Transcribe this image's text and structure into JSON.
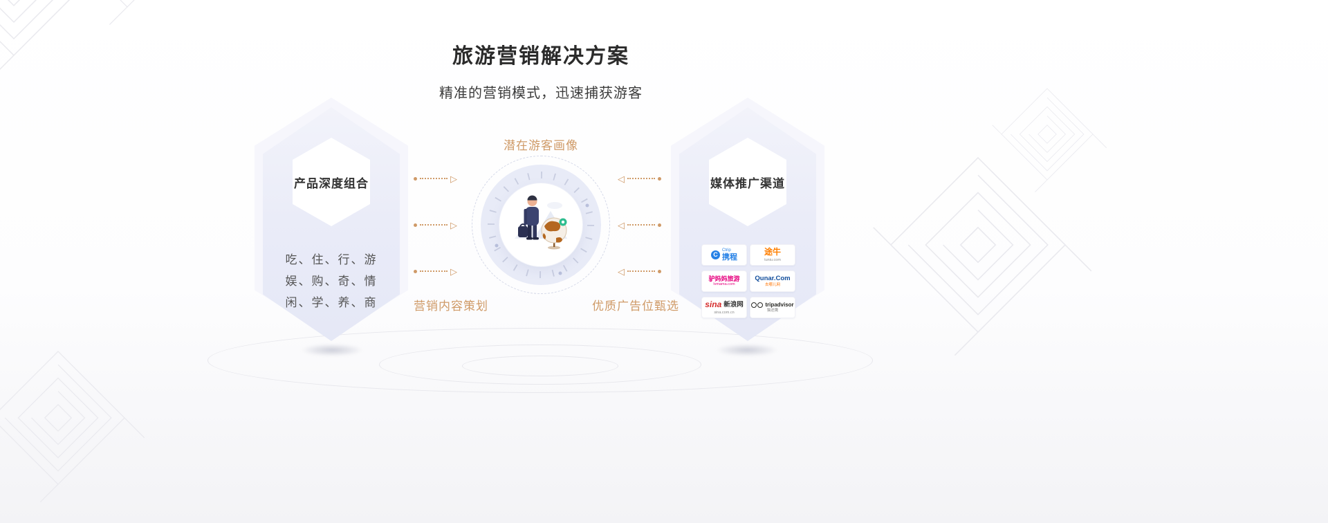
{
  "header": {
    "title": "旅游营销解决方案",
    "subtitle": "精准的营销模式，迅速捕获游客"
  },
  "left_card": {
    "title": "产品深度组合",
    "lines": [
      "吃、住、行、游",
      "娱、购、奇、情",
      "闲、学、养、商"
    ]
  },
  "flow_labels": {
    "top": "潜在游客画像",
    "bottom_left": "营销内容策划",
    "bottom_right": "优质广告位甄选"
  },
  "right_card": {
    "title": "媒体推广渠道",
    "logos": [
      {
        "id": "ctrip",
        "badge": "C",
        "main": "携程",
        "sub": "Ctrip"
      },
      {
        "id": "tuniu",
        "main": "途牛",
        "sub": "tuniu.com"
      },
      {
        "id": "lvmama",
        "main": "驴妈妈旅游",
        "sub": "lvmama.com"
      },
      {
        "id": "qunar",
        "main": "Qunar.Com",
        "sub": "去哪儿网"
      },
      {
        "id": "sina",
        "main": "sina",
        "main2": "新浪网",
        "sub": "sina.com.cn"
      },
      {
        "id": "tripadvisor",
        "main": "tripadvisor",
        "sub": "猫途鹰"
      }
    ]
  },
  "icons": {
    "arrow_right": "▷",
    "arrow_left": "◁"
  },
  "colors": {
    "accent": "#cf9a67",
    "card_bg": "#e9ebf8",
    "ctrip_blue": "#2681e6",
    "tuniu_orange": "#ff7f00",
    "lvmama_pink": "#e6017e",
    "qunar_blue": "#0f4c9b",
    "sina_red": "#d52c2c",
    "tripadvisor_dark": "#262622",
    "pin_green": "#2fbd8f"
  }
}
